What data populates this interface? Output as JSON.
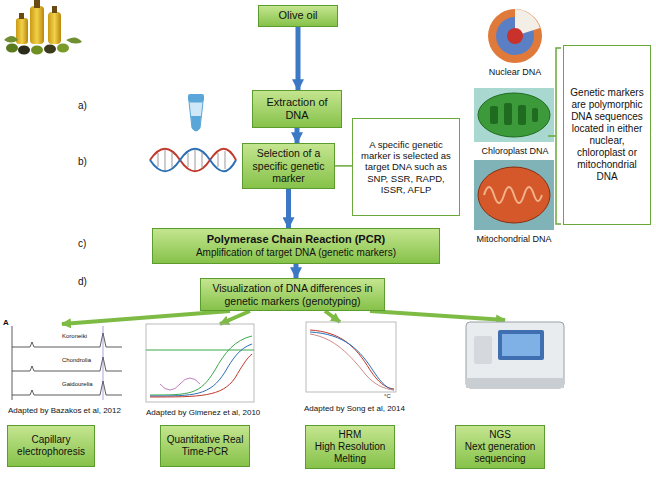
{
  "diagram": {
    "nodes": [
      {
        "text": [
          "Olive oil"
        ]
      },
      {
        "text": [
          "Extraction of DNA"
        ]
      },
      {
        "text": [
          "Selection of a specific genetic marker"
        ]
      },
      {
        "text": [
          "A specific genetic marker is selected as target DNA such as SNP, SSR, RAPD, ISSR, AFLP"
        ]
      },
      {
        "text": [
          "Genetic markers are polymorphic DNA sequences located in either nuclear, chloroplast or mitochondrial DNA"
        ]
      },
      {
        "text": [
          "Polymerase Chain Reaction (PCR)",
          "Amplification of target DNA (genetic markers)"
        ]
      },
      {
        "text": [
          "Visualization of DNA differences in genetic markers (genotyping)"
        ]
      },
      {
        "text": [
          "Capillary electrophoresis"
        ]
      },
      {
        "text": [
          "Quantitative Real Time-PCR"
        ]
      },
      {
        "text": [
          "HRM",
          "High Resolution Melting"
        ]
      },
      {
        "text": [
          "NGS",
          "Next generation sequencing"
        ]
      }
    ],
    "edges": [
      {
        "from": 0,
        "to": 1,
        "arrow": "to"
      },
      {
        "from": 1,
        "to": 2,
        "arrow": "to"
      },
      {
        "from": 2,
        "to": 3,
        "arrow": "none"
      },
      {
        "from": 2,
        "to": 5,
        "arrow": "to"
      },
      {
        "from": 5,
        "to": 6,
        "arrow": "to"
      }
    ],
    "labels": [
      "a)",
      "b)",
      "c)",
      "d)",
      "Nuclear DNA",
      "Chloroplast DNA",
      "Mitochondrial DNA",
      "A",
      "Koroneiki",
      "Chondrolia",
      "Gaidourelia",
      "Adapted by Bazakos et al, 2012",
      "Adapted by Gimenez et al, 2010",
      "°C",
      "Adapted by Song et al, 2014"
    ]
  }
}
